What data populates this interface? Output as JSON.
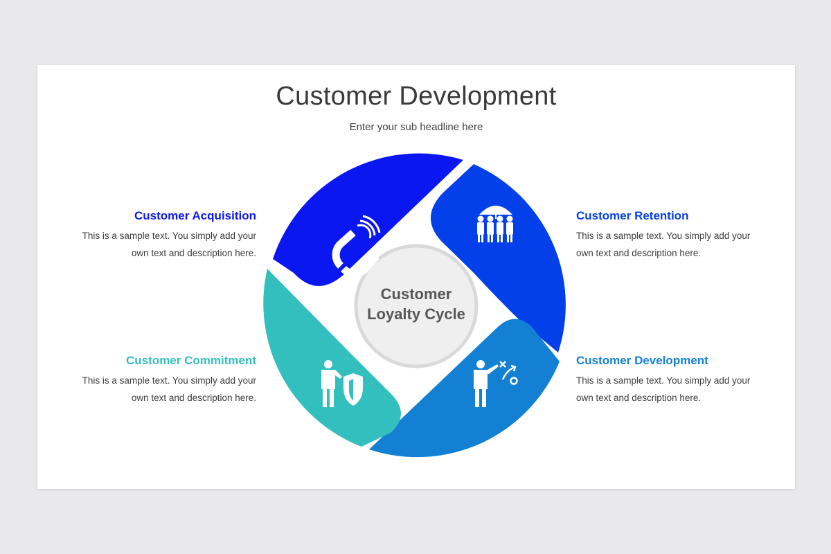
{
  "title": "Customer Development",
  "subtitle": "Enter your sub headline here",
  "center": {
    "line1": "Customer",
    "line2": "Loyalty Cycle"
  },
  "segments": [
    {
      "id": "acquisition",
      "title": "Customer Acquisition",
      "line1": "This is a sample text. You simply add your",
      "line2": "own text and description here.",
      "color": "#0a17f0",
      "icon": "magnet-icon"
    },
    {
      "id": "retention",
      "title": "Customer Retention",
      "line1": "This is a sample text. You simply add your",
      "line2": "own text and description here.",
      "color": "#0340ea",
      "icon": "umbrella-people-icon"
    },
    {
      "id": "development",
      "title": "Customer Development",
      "line1": "This is a sample text. You simply add your",
      "line2": "own text and description here.",
      "color": "#1480d4",
      "icon": "strategy-presenter-icon"
    },
    {
      "id": "commitment",
      "title": "Customer Commitment",
      "line1": "This is a sample text. You simply add your",
      "line2": "own text and description here.",
      "color": "#34bfbf",
      "icon": "person-shield-icon"
    }
  ]
}
